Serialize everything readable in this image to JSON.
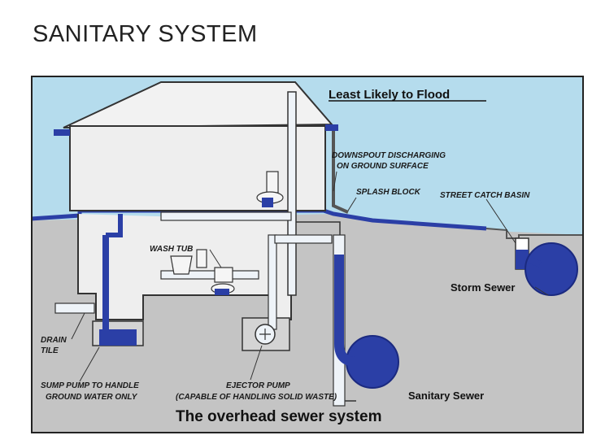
{
  "slide": {
    "title": "SANITARY SYSTEM"
  },
  "diagram": {
    "heading": "Least Likely to Flood",
    "caption": "The overhead sewer system",
    "labels": {
      "downspout_line1": "DOWNSPOUT DISCHARGING",
      "downspout_line2": "ON GROUND SURFACE",
      "splash_block": "SPLASH BLOCK",
      "street_catch_basin": "STREET CATCH BASIN",
      "wash_tub": "WASH TUB",
      "storm_sewer": "Storm Sewer",
      "sanitary_sewer": "Sanitary Sewer",
      "drain_line1": "DRAIN",
      "drain_line2": "TILE",
      "sump_line1": "SUMP PUMP TO HANDLE",
      "sump_line2": "GROUND WATER ONLY",
      "ejector_line1": "EJECTOR PUMP",
      "ejector_line2": "(CAPABLE OF HANDLING SOLID WASTE)"
    },
    "colors": {
      "sky": "#b5dced",
      "ground": "#c4c4c4",
      "house_wall": "#f2f2f2",
      "pipe_blue": "#2b3fa6",
      "pipe_light": "#eef3f8",
      "border": "#222222"
    }
  }
}
